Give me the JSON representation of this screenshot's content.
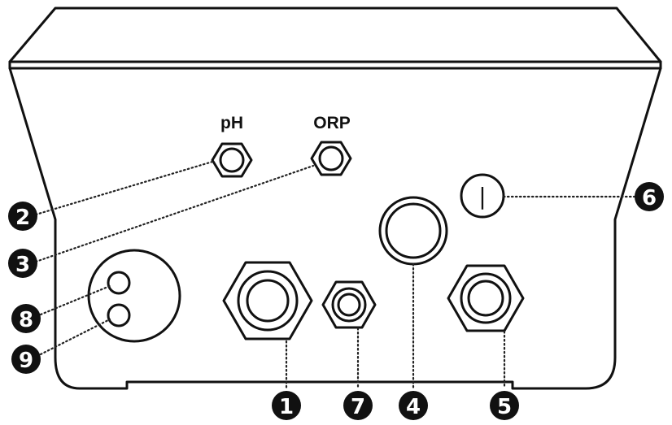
{
  "port_labels": {
    "ph": "pH",
    "orp": "ORP"
  },
  "switch_symbol": "|",
  "callouts": {
    "c1": "1",
    "c2": "2",
    "c3": "3",
    "c4": "4",
    "c5": "5",
    "c6": "6",
    "c7": "7",
    "c8": "8",
    "c9": "9"
  }
}
